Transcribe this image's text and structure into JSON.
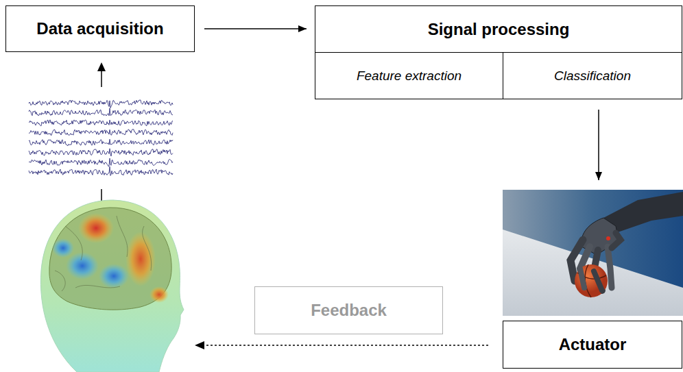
{
  "diagram": {
    "nodes": [
      {
        "text": [
          "Data acquisition"
        ]
      },
      {
        "text": [
          "Signal processing"
        ]
      },
      {
        "text": [
          "Feature extraction"
        ],
        "in": 1
      },
      {
        "text": [
          "Classification"
        ],
        "in": 1
      },
      {
        "text": [
          "Actuator"
        ]
      },
      {
        "text": [
          "Feedback"
        ]
      }
    ],
    "edges": [
      {
        "from": 0,
        "to": 1,
        "arrow": "to"
      },
      {
        "from": 1,
        "to": 4,
        "arrow": "to"
      }
    ]
  }
}
